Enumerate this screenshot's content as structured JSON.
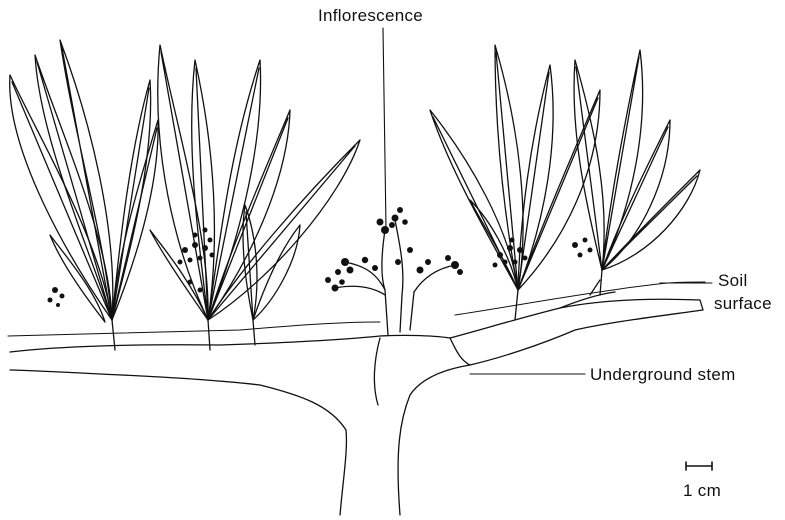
{
  "labels": {
    "inflorescence": "Inflorescence",
    "soil": "Soil",
    "surface": "surface",
    "underground_stem": "Underground stem",
    "scale": "1 cm"
  },
  "colors": {
    "ink": "#111111",
    "background": "#ffffff"
  }
}
